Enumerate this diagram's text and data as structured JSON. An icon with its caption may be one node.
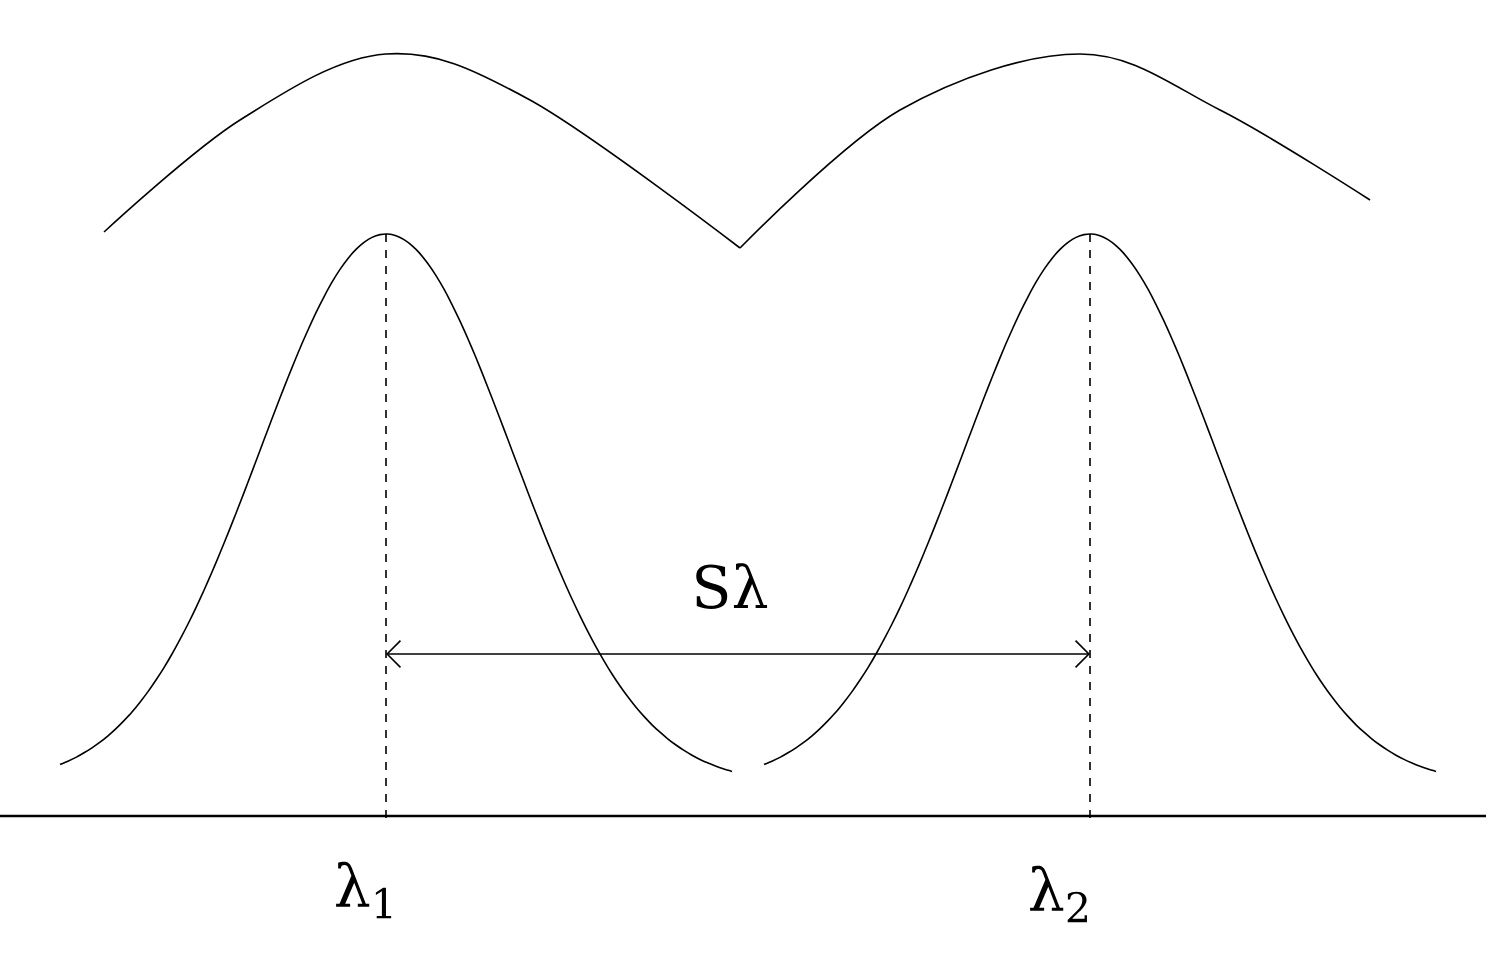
{
  "diagram": {
    "labels": [
      "Sλ",
      "λ$_{1}$",
      "λ$_{2}$"
    ]
  }
}
